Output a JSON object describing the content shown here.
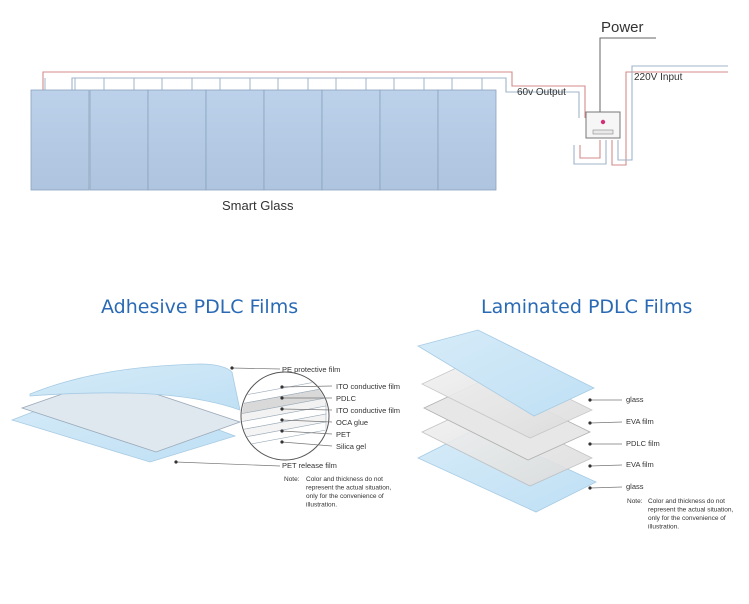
{
  "top": {
    "power_label": "Power",
    "input_label": "220V Input",
    "output_label": "60v Output",
    "glass_label": "Smart Glass"
  },
  "adhesive": {
    "title": "Adhesive PDLC Films",
    "layers": [
      "PE protective film",
      "ITO conductive film",
      "PDLC",
      "ITO conductive film",
      "OCA glue",
      "PET",
      "Silica gel"
    ],
    "release": "PET release film",
    "note_label": "Note:",
    "note_lines": [
      "Color and thickness do not",
      "represent the actual situation,",
      "only for the convenience of",
      "illustration."
    ]
  },
  "laminated": {
    "title": "Laminated PDLC Films",
    "layers": [
      "glass",
      "EVA film",
      "PDLC film",
      "EVA film",
      "glass"
    ],
    "note_label": "Note:",
    "note_lines": [
      "Color and thickness do not",
      "represent the actual situation,",
      "only for the convenience of",
      "illustration."
    ]
  },
  "colors": {
    "title_blue": "#2a6ab5",
    "panel_blue": "#b7cde6",
    "wire_red": "#d58b8b"
  }
}
